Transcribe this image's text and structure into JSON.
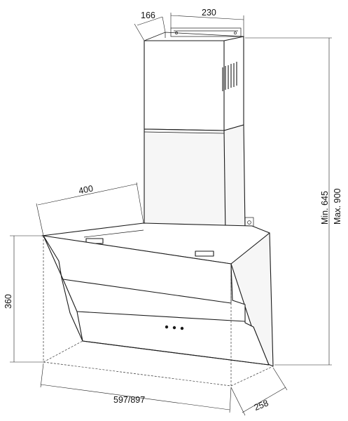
{
  "dimensions": {
    "chimney_depth": "166",
    "chimney_width": "230",
    "canopy_top_depth": "400",
    "height_range_min": "Min. 645",
    "height_range_max": "Max. 900",
    "canopy_height": "360",
    "width": "597/897",
    "bottom_depth": "258"
  }
}
